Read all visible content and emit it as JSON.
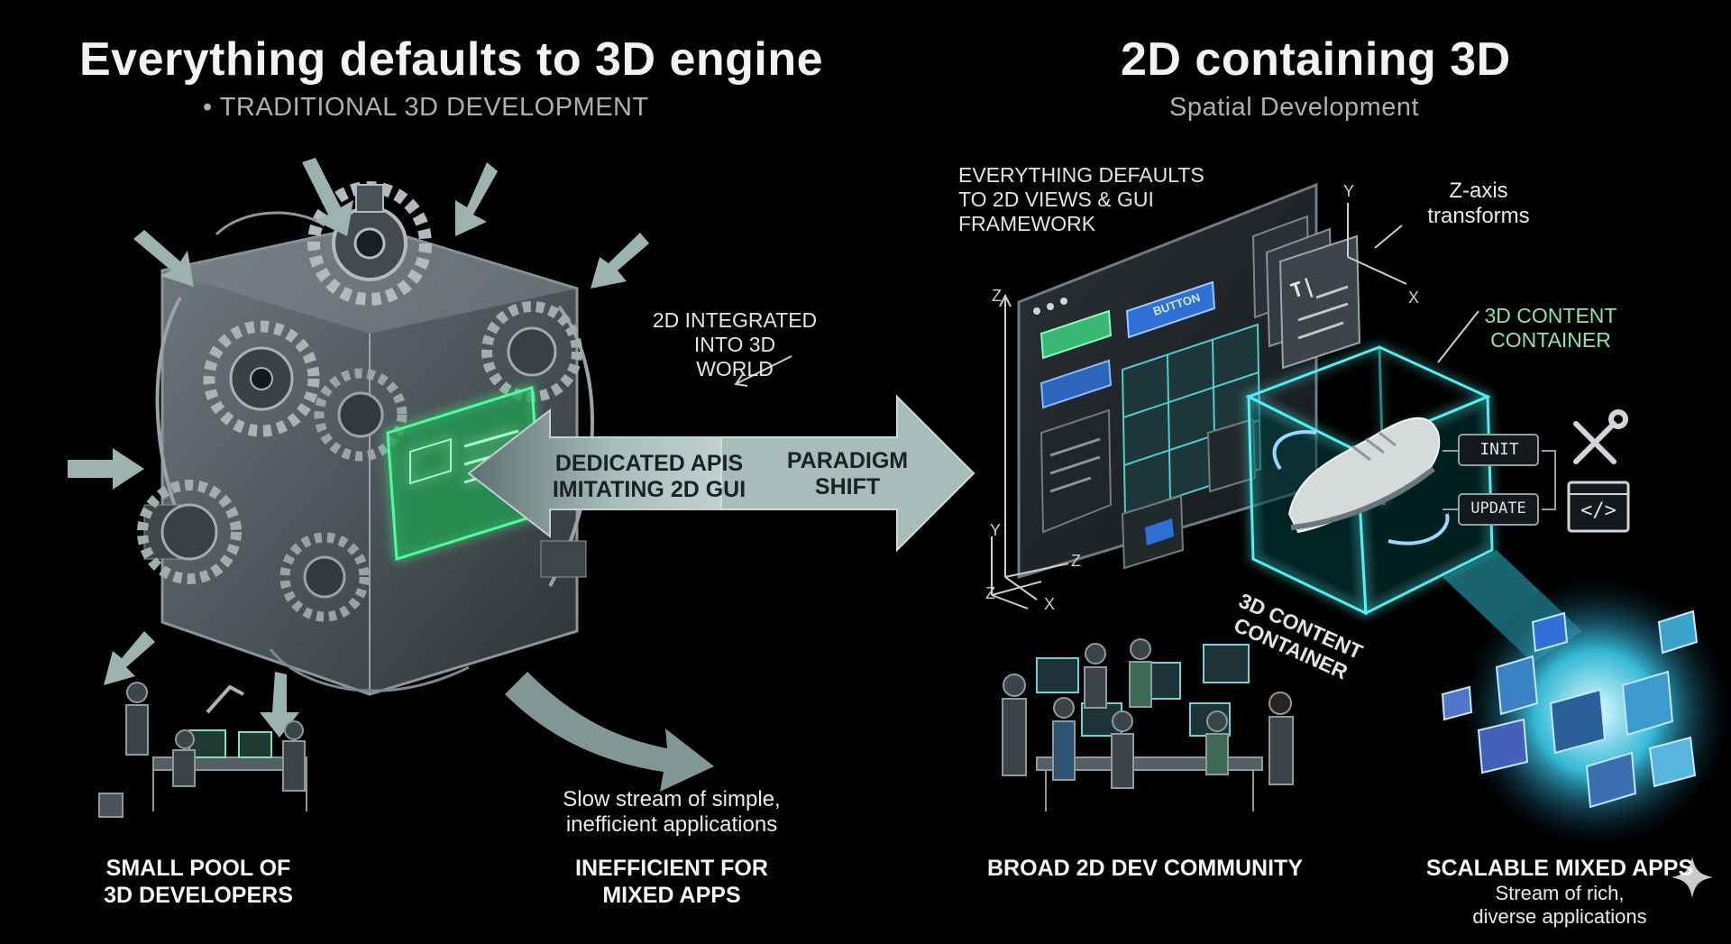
{
  "left": {
    "title": "Everything defaults to 3D engine",
    "subtitle": "• TRADITIONAL 3D DEVELOPMENT",
    "integrated_label": "2D INTEGRATED\nINTO 3D\nWORLD",
    "dedicated_label": "DEDICATED APIs\nIMITATING 2D GUI",
    "slow_stream": "Slow stream of simple,\ninefficient applications",
    "pool_label": "SMALL POOL OF\n3D DEVELOPERS",
    "inefficient_label": "INEFFICIENT FOR\nMIXED APPS"
  },
  "center": {
    "shift_label": "PARADIGM\nSHIFT"
  },
  "right": {
    "title": "2D containing 3D",
    "subtitle": "Spatial Development",
    "views_label": "EVERYTHING DEFAULTS\nTO 2D VIEWS & GUI\nFRAMEWORK",
    "zaxis_label": "Z-axis\ntransforms",
    "container_label": "3D CONTENT\nCONTAINER",
    "container_label_rotated": "3D CONTENT\nCONTAINER",
    "button_text": "BUTTON",
    "init_text": "INIT",
    "update_text": "UPDATE",
    "code_icon_text": "</>",
    "panel_glyph": "T|",
    "axis_y": "Y",
    "axis_z": "Z",
    "axis_x": "X",
    "community_label": "BROAD 2D DEV COMMUNITY",
    "scalable_label": "SCALABLE MIXED APPS",
    "scalable_sub": "Stream of rich,\ndiverse applications"
  },
  "colors": {
    "background": "#000000",
    "accent_green": "#3ddc84",
    "accent_cyan": "#39d7e0",
    "metal": "#5b666b",
    "arrow_fill": "#9fb4b2",
    "button_blue": "#2f6fd6"
  },
  "icons": [
    "gear-icon",
    "tools-icon",
    "code-icon",
    "sparkle-icon"
  ]
}
